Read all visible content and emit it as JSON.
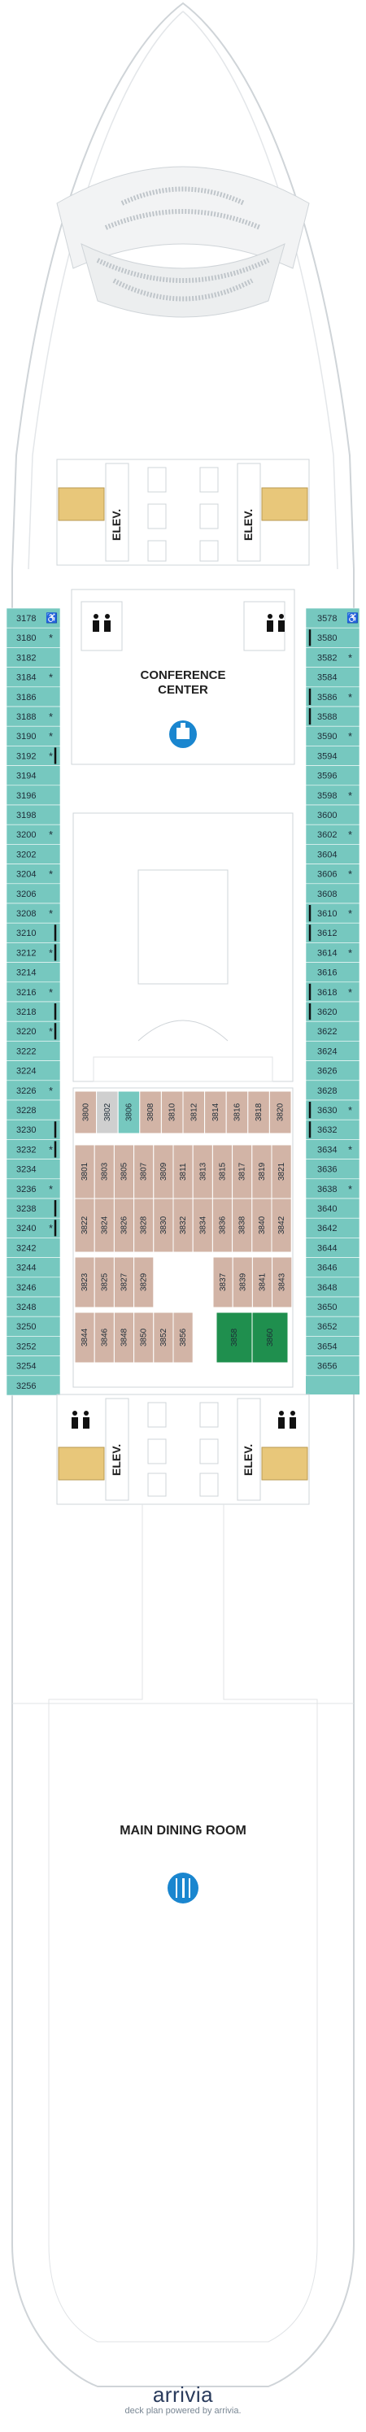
{
  "colors": {
    "teal": "#76c8bf",
    "tan": "#d2b4a6",
    "green": "#1f8f4e",
    "gray": "#cfcfcf",
    "outline": "#cfd4d8",
    "blue": "#1a86cf",
    "brand": "#2a3b5c",
    "accent": "#2aa7b7"
  },
  "labels": {
    "conference": [
      "CONFERENCE",
      "CENTER"
    ],
    "dining": "MAIN DINING ROOM",
    "elev": "ELEV."
  },
  "icons": {
    "accessible": "wheelchair-icon",
    "restroom": "restroom-icon",
    "conference": "presentation-icon",
    "dining": "dining-icon",
    "elevator": "elevator-icon",
    "stairs": "stairs-icon"
  },
  "left_cabins": [
    {
      "n": "3178",
      "star": true,
      "acc": true
    },
    {
      "n": "3180",
      "star": true
    },
    {
      "n": "3182"
    },
    {
      "n": "3184",
      "star": true
    },
    {
      "n": "3186"
    },
    {
      "n": "3188",
      "star": true
    },
    {
      "n": "3190",
      "star": true
    },
    {
      "n": "3192",
      "star": true,
      "conn": true
    },
    {
      "n": "3194"
    },
    {
      "n": "3196"
    },
    {
      "n": "3198"
    },
    {
      "n": "3200",
      "star": true
    },
    {
      "n": "3202"
    },
    {
      "n": "3204",
      "star": true
    },
    {
      "n": "3206"
    },
    {
      "n": "3208",
      "star": true
    },
    {
      "n": "3210",
      "conn": true
    },
    {
      "n": "3212",
      "star": true,
      "conn": true
    },
    {
      "n": "3214"
    },
    {
      "n": "3216",
      "star": true
    },
    {
      "n": "3218",
      "conn": true
    },
    {
      "n": "3220",
      "star": true,
      "conn": true
    },
    {
      "n": "3222"
    },
    {
      "n": "3224"
    },
    {
      "n": "3226",
      "star": true
    },
    {
      "n": "3228"
    },
    {
      "n": "3230",
      "conn": true
    },
    {
      "n": "3232",
      "star": true,
      "conn": true
    },
    {
      "n": "3234"
    },
    {
      "n": "3236",
      "star": true
    },
    {
      "n": "3238",
      "conn": true
    },
    {
      "n": "3240",
      "star": true,
      "conn": true
    },
    {
      "n": "3242"
    },
    {
      "n": "3244"
    },
    {
      "n": "3246"
    },
    {
      "n": "3248"
    },
    {
      "n": "3250"
    },
    {
      "n": "3252"
    },
    {
      "n": "3254"
    },
    {
      "n": "3256"
    }
  ],
  "right_cabins": [
    {
      "n": "3578",
      "acc": true
    },
    {
      "n": "3580",
      "conn": true
    },
    {
      "n": "3582",
      "star": true
    },
    {
      "n": "3584"
    },
    {
      "n": "3586",
      "star": true,
      "conn": true
    },
    {
      "n": "3588",
      "conn": true
    },
    {
      "n": "3590",
      "star": true
    },
    {
      "n": "3594"
    },
    {
      "n": "3596"
    },
    {
      "n": "3598",
      "star": true
    },
    {
      "n": "3600"
    },
    {
      "n": "3602",
      "star": true
    },
    {
      "n": "3604"
    },
    {
      "n": "3606",
      "star": true
    },
    {
      "n": "3608"
    },
    {
      "n": "3610",
      "star": true,
      "conn": true
    },
    {
      "n": "3612",
      "conn": true
    },
    {
      "n": "3614",
      "star": true
    },
    {
      "n": "3616"
    },
    {
      "n": "3618",
      "star": true,
      "conn": true
    },
    {
      "n": "3620",
      "conn": true
    },
    {
      "n": "3622"
    },
    {
      "n": "3624"
    },
    {
      "n": "3626"
    },
    {
      "n": "3628"
    },
    {
      "n": "3630",
      "star": true,
      "conn": true
    },
    {
      "n": "3632",
      "conn": true
    },
    {
      "n": "3634",
      "star": true
    },
    {
      "n": "3636"
    },
    {
      "n": "3638",
      "star": true
    },
    {
      "n": "3640"
    },
    {
      "n": "3642"
    },
    {
      "n": "3644"
    },
    {
      "n": "3646"
    },
    {
      "n": "3648"
    },
    {
      "n": "3650"
    },
    {
      "n": "3652"
    },
    {
      "n": "3654"
    },
    {
      "n": "3656"
    }
  ],
  "inner_rows": {
    "row1": [
      "3800",
      "3802",
      "3806",
      "3808",
      "3810",
      "3812",
      "3814",
      "3816",
      "3818",
      "3820"
    ],
    "row2": [
      "3801",
      "3803",
      "3805",
      "3807",
      "3809",
      "3811",
      "3813",
      "3815",
      "3817",
      "3819",
      "3821"
    ],
    "row3": [
      "3822",
      "3824",
      "3826",
      "3828",
      "3830",
      "3832",
      "3834",
      "3836",
      "3838",
      "3840",
      "3842"
    ],
    "row4": [
      "3823",
      "3825",
      "3827",
      "3829",
      "3837",
      "3839",
      "3841",
      "3843"
    ],
    "row5": [
      "3844",
      "3846",
      "3848",
      "3850",
      "3852",
      "3856",
      "3858",
      "3860"
    ]
  },
  "footer": {
    "brand": "arrivia",
    "tagline": "deck plan powered by arrivia."
  }
}
